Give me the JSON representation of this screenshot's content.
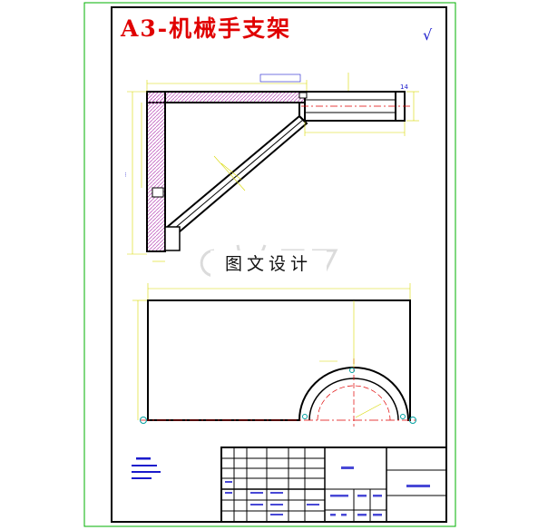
{
  "drawing": {
    "title": "A3-机械手支架",
    "watermark": "图文设计",
    "surface_mark": "√",
    "dim_labels": {
      "top_right_width": "14"
    },
    "colors": {
      "frame_green": "#00b000",
      "outline_black": "#000000",
      "dimension_yellow": "#e0e000",
      "hatch_magenta": "#c060c0",
      "centerline_red": "#e00000",
      "annotation_blue": "#1a1acc",
      "title_red": "#e00000"
    }
  }
}
